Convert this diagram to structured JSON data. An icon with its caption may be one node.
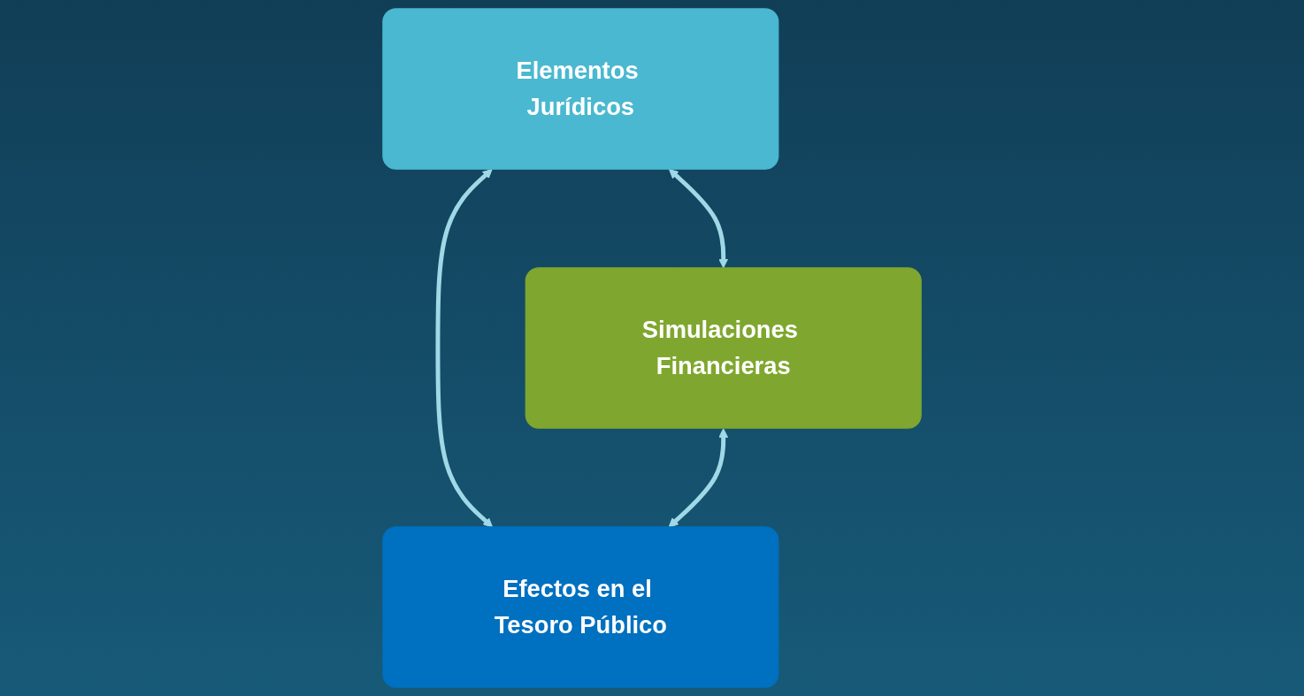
{
  "diagram": {
    "nodes": [
      {
        "text": [
          "Elementos Jurídicos"
        ]
      },
      {
        "text": [
          "Simulaciones Financieras"
        ]
      },
      {
        "text": [
          "Efectos en el Tesoro Público"
        ]
      }
    ],
    "edges": [
      {
        "from": 0,
        "to": 1,
        "arrow": "both"
      },
      {
        "from": 0,
        "to": 2,
        "arrow": "both"
      },
      {
        "from": 1,
        "to": 2,
        "arrow": "both"
      }
    ]
  }
}
